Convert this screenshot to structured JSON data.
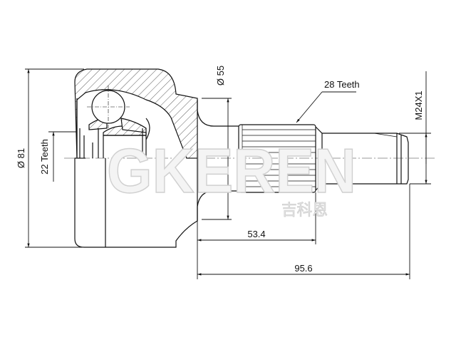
{
  "drawing": {
    "dimensions": {
      "outer_diameter": "Ø 81",
      "inner_teeth": "22 Teeth",
      "seal_diameter": "Ø 55",
      "outer_teeth": "28 Teeth",
      "thread": "M24X1",
      "spline_length": "53.4",
      "shaft_length": "95.6"
    },
    "watermark": {
      "latin": "GKEREN",
      "chinese": "吉科恩"
    },
    "colors": {
      "line": "#111111",
      "watermark": "#d0d0d0"
    }
  }
}
